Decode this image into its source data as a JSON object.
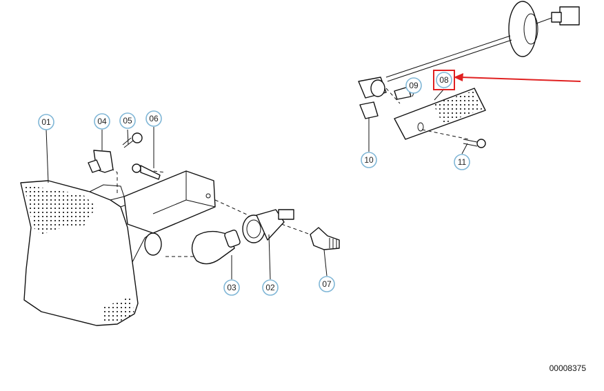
{
  "callouts": {
    "c01": "01",
    "c02": "02",
    "c03": "03",
    "c04": "04",
    "c05": "05",
    "c06": "06",
    "c07": "07",
    "c08": "08",
    "c09": "09",
    "c10": "10",
    "c11": "11"
  },
  "reference_number": "00008375",
  "colors": {
    "callout_ring": "#7fb6d6",
    "highlight": "#e02020",
    "line": "#111111"
  }
}
